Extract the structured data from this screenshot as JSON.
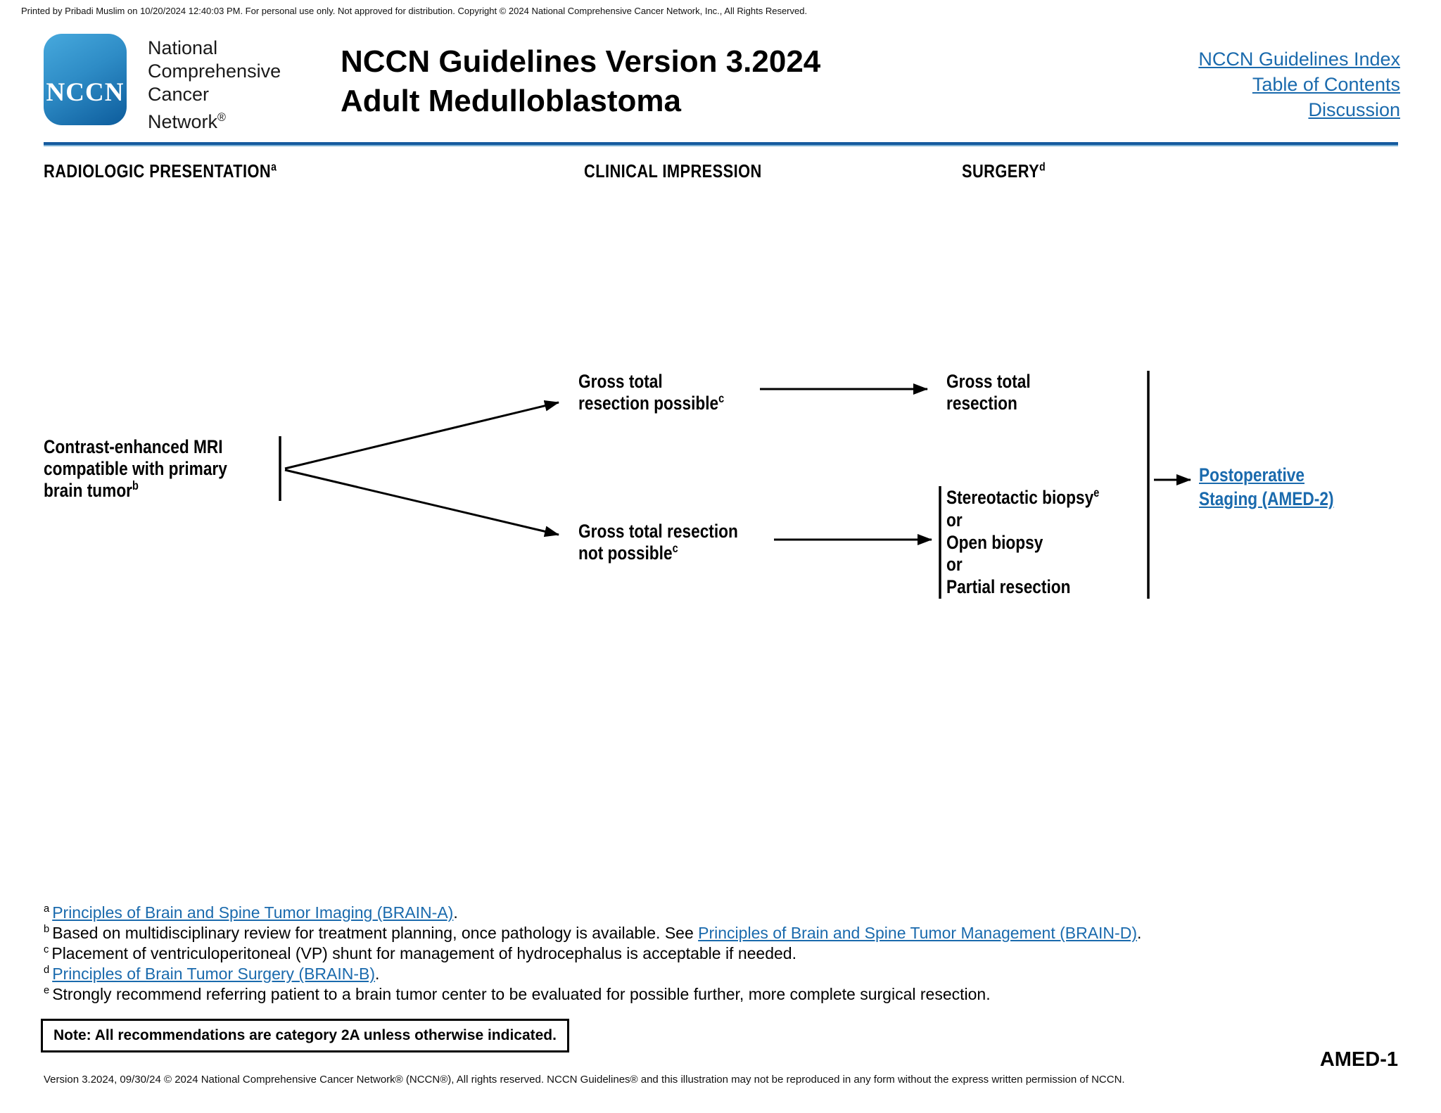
{
  "print_line": "Printed by Pribadi Muslim on 10/20/2024 12:40:03 PM. For personal use only. Not approved for distribution. Copyright © 2024 National Comprehensive Cancer Network, Inc., All Rights Reserved.",
  "logo": {
    "abbr": "NCCN",
    "wordmark_line1": "National",
    "wordmark_line2": "Comprehensive",
    "wordmark_line3": "Cancer",
    "wordmark_line4": "Network",
    "registered": "®"
  },
  "header": {
    "title_line1": "NCCN Guidelines Version 3.2024",
    "title_line2": "Adult Medulloblastoma",
    "nav": {
      "index": "NCCN Guidelines Index",
      "toc": "Table of Contents",
      "discussion": "Discussion"
    }
  },
  "columns": {
    "radiologic_label": "RADIOLOGIC PRESENTATION",
    "radiologic_sup": "a",
    "clinical_label": "CLINICAL IMPRESSION",
    "surgery_label": "SURGERY",
    "surgery_sup": "d"
  },
  "flowchart": {
    "mri_line1": "Contrast-enhanced MRI",
    "mri_line2": "compatible with primary",
    "mri_line3": "brain tumor",
    "mri_sup": "b",
    "gtr_possible_line1": "Gross total",
    "gtr_possible_line2": "resection possible",
    "gtr_possible_sup": "c",
    "gtr_not_possible_line1": "Gross total resection",
    "gtr_not_possible_line2": "not possible",
    "gtr_not_possible_sup": "c",
    "gtr_line1": "Gross total",
    "gtr_line2": "resection",
    "surgery_opt1": "Stereotactic biopsy",
    "surgery_opt1_sup": "e",
    "surgery_or1": "or",
    "surgery_opt2": "Open biopsy",
    "surgery_or2": "or",
    "surgery_opt3": "Partial resection",
    "postop_line1": "Postoperative",
    "postop_line2": "Staging (AMED-2)"
  },
  "footnotes": {
    "a_sup": "a",
    "a_link": "Principles of Brain and Spine Tumor Imaging (BRAIN-A)",
    "a_post": ".",
    "b_sup": "b",
    "b_pre": "Based on multidisciplinary review for treatment planning, once pathology is available. See ",
    "b_link": "Principles of Brain and Spine Tumor Management (BRAIN-D)",
    "b_post": ".",
    "c_sup": "c",
    "c_text": "Placement of ventriculoperitoneal (VP) shunt for management of hydrocephalus is acceptable if needed.",
    "d_sup": "d",
    "d_link": "Principles of Brain Tumor Surgery (BRAIN-B)",
    "d_post": ".",
    "e_sup": "e",
    "e_text": "Strongly recommend referring patient to a brain tumor center to be evaluated for possible further, more complete surgical resection."
  },
  "note_text": "Note: All recommendations are category 2A unless otherwise indicated.",
  "footer": {
    "version_text": "Version 3.2024, 09/30/24 © 2024 National Comprehensive Cancer Network® (NCCN®), All rights reserved. NCCN Guidelines® and this illustration may not be reproduced in any form without the express written permission of NCCN.",
    "page_id": "AMED-1"
  },
  "colors": {
    "link_blue": "#1a6aad",
    "divider_blue": "#155a9e",
    "logo_blue_top": "#47a9dd",
    "logo_blue_bottom": "#0d5c9c"
  }
}
